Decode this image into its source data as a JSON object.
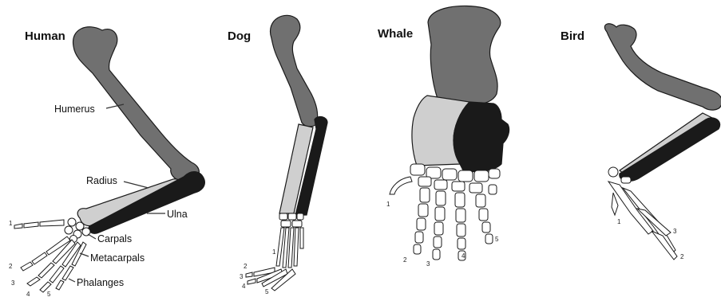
{
  "colors": {
    "humerus": "#707070",
    "radius": "#cfcfcf",
    "ulna": "#1a1a1a",
    "hand_fill": "#ffffff",
    "outline": "#1a1a1a"
  },
  "panels": {
    "human": {
      "title": "Human",
      "labels": {
        "humerus": "Humerus",
        "radius": "Radius",
        "ulna": "Ulna",
        "carpals": "Carpals",
        "metacarpals": "Metacarpals",
        "phalanges": "Phalanges"
      },
      "digits": [
        "1",
        "2",
        "3",
        "4",
        "5"
      ]
    },
    "dog": {
      "title": "Dog",
      "digits": [
        "1",
        "2",
        "3",
        "4",
        "5"
      ]
    },
    "whale": {
      "title": "Whale",
      "digits": [
        "1",
        "2",
        "3",
        "4",
        "5"
      ]
    },
    "bird": {
      "title": "Bird",
      "digits": [
        "1",
        "2",
        "3"
      ]
    }
  }
}
